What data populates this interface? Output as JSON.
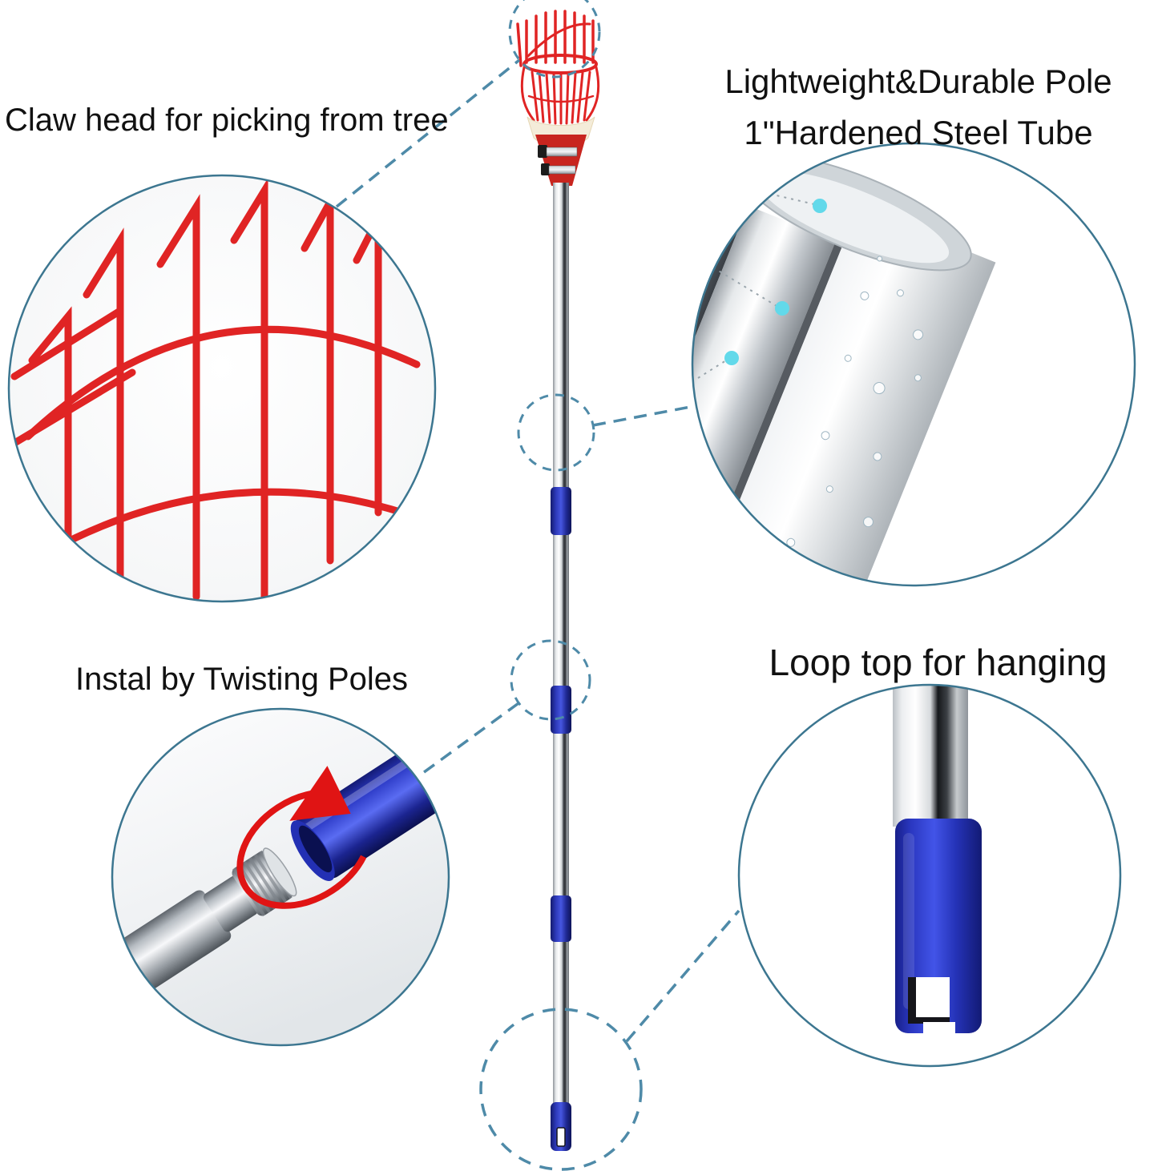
{
  "captions": {
    "claw": "Claw head for picking from tree",
    "pole_line1": "Lightweight&Durable Pole",
    "pole_line2": "1\"Hardened Steel Tube",
    "install": "Instal by Twisting Poles",
    "loop": "Loop top for hanging"
  },
  "colors": {
    "accent_dashed": "#4e8aa8",
    "callout_border": "#3c7690",
    "claw_red": "#e02424",
    "arrow_red": "#e01414",
    "sleeve_blue": "#2733b5",
    "dot_cyan": "#62d9ea",
    "text": "#111111"
  }
}
